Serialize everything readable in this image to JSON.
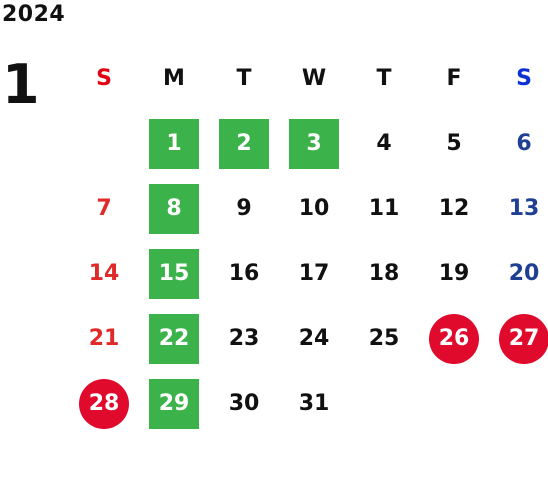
{
  "calendar": {
    "year": "2024",
    "month": "1",
    "weekdays": [
      "S",
      "M",
      "T",
      "W",
      "T",
      "F",
      "S"
    ],
    "weeks": [
      [
        {
          "d": "",
          "s": ""
        },
        {
          "d": "1",
          "s": "green"
        },
        {
          "d": "2",
          "s": "green"
        },
        {
          "d": "3",
          "s": "green"
        },
        {
          "d": "4",
          "s": ""
        },
        {
          "d": "5",
          "s": ""
        },
        {
          "d": "6",
          "s": "sat"
        }
      ],
      [
        {
          "d": "7",
          "s": "sun"
        },
        {
          "d": "8",
          "s": "green"
        },
        {
          "d": "9",
          "s": ""
        },
        {
          "d": "10",
          "s": ""
        },
        {
          "d": "11",
          "s": ""
        },
        {
          "d": "12",
          "s": ""
        },
        {
          "d": "13",
          "s": "sat"
        }
      ],
      [
        {
          "d": "14",
          "s": "sun"
        },
        {
          "d": "15",
          "s": "green"
        },
        {
          "d": "16",
          "s": ""
        },
        {
          "d": "17",
          "s": ""
        },
        {
          "d": "18",
          "s": ""
        },
        {
          "d": "19",
          "s": ""
        },
        {
          "d": "20",
          "s": "sat"
        }
      ],
      [
        {
          "d": "21",
          "s": "sun"
        },
        {
          "d": "22",
          "s": "green"
        },
        {
          "d": "23",
          "s": ""
        },
        {
          "d": "24",
          "s": ""
        },
        {
          "d": "25",
          "s": ""
        },
        {
          "d": "26",
          "s": "red"
        },
        {
          "d": "27",
          "s": "red"
        }
      ],
      [
        {
          "d": "28",
          "s": "red"
        },
        {
          "d": "29",
          "s": "green"
        },
        {
          "d": "30",
          "s": ""
        },
        {
          "d": "31",
          "s": ""
        },
        {
          "d": "",
          "s": ""
        },
        {
          "d": "",
          "s": ""
        },
        {
          "d": "",
          "s": ""
        }
      ]
    ]
  },
  "colors": {
    "sunday_header": "#e10012",
    "saturday_header": "#0a2fd3",
    "sunday_date": "#e02a2a",
    "saturday_date": "#1f3f93",
    "highlight_green": "#3cb34a",
    "highlight_red": "#e00a2c"
  }
}
